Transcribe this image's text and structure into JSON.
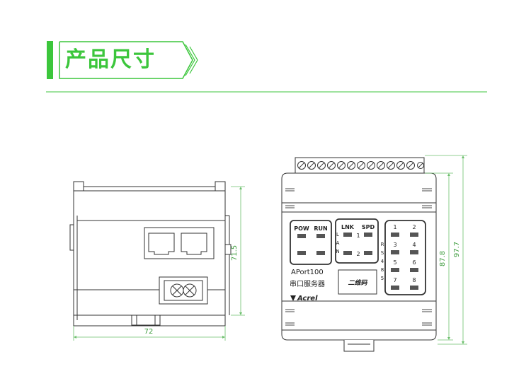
{
  "header": {
    "title": "产品尺寸",
    "accent_color": "#3cc63c"
  },
  "side_view": {
    "width_label": "72",
    "height_label": "71.5"
  },
  "front_view": {
    "led_labels": {
      "pow": "POW",
      "run": "RUN",
      "lnk": "LNK",
      "spd": "SPD",
      "port1": "1",
      "port2": "2",
      "lan_letters": [
        "L",
        "A",
        "N"
      ],
      "rs485_letters": [
        "R",
        "S",
        "4",
        "8",
        "5"
      ],
      "rs_ports": [
        "1",
        "2",
        "3",
        "4",
        "5",
        "6",
        "7",
        "8"
      ]
    },
    "model": "APort100",
    "product_name": "串口服务器",
    "brand": "Acrel",
    "qr_label": "二维码",
    "height_inner_label": "87.8",
    "height_outer_label": "97.7"
  }
}
